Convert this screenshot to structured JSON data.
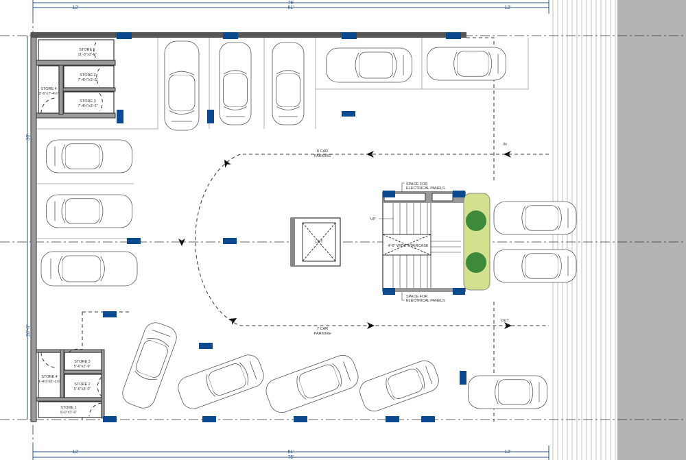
{
  "title": "Parking floor plan",
  "dimensions": {
    "overall_width": "75'",
    "left_bay": "12'",
    "middle_span": "51'",
    "right_bay": "12'",
    "upper_depth": "30'",
    "lower_depth": "26'-6\""
  },
  "stores_top": [
    {
      "name": "STORE 1",
      "size": "11'-3\"x3'-6\""
    },
    {
      "name": "STORE 2",
      "size": "7'-4½\"x3'-6\""
    },
    {
      "name": "STORE 3",
      "size": "7'-4½\"x3'-6\""
    },
    {
      "name": "STORE 4",
      "size": "3'-6\"x7'-4½\""
    }
  ],
  "stores_bottom": [
    {
      "name": "STORE 3",
      "size": "5'-6\"x2'-9\""
    },
    {
      "name": "STORE 4",
      "size": "3'-4½\"x6'-1½\""
    },
    {
      "name": "STORE 2",
      "size": "5'-6\"x3'-0\""
    },
    {
      "name": "STORE 1",
      "size": "9'-0\"x3'-0\""
    }
  ],
  "core": {
    "lift": "LIFT",
    "staircase": "4'-6\" WIDE STAIRCASE",
    "up": "UP",
    "panels_top": [
      "SPACE FOR",
      "ELECTRICAL PANELS"
    ],
    "panels_bottom": [
      "SPACE FOR",
      "ELECTRICAL PANELS"
    ]
  },
  "circulation": {
    "top_parking": [
      "8 CAR",
      "PARKING"
    ],
    "bottom_parking": [
      "7 CAR",
      "PARKING"
    ],
    "entry": "IN",
    "exit": "OUT"
  },
  "colors": {
    "column": "#0b4a8f",
    "planter": "#d3e08e",
    "tree": "#3d8a3d",
    "road": "#b3b3b3"
  }
}
